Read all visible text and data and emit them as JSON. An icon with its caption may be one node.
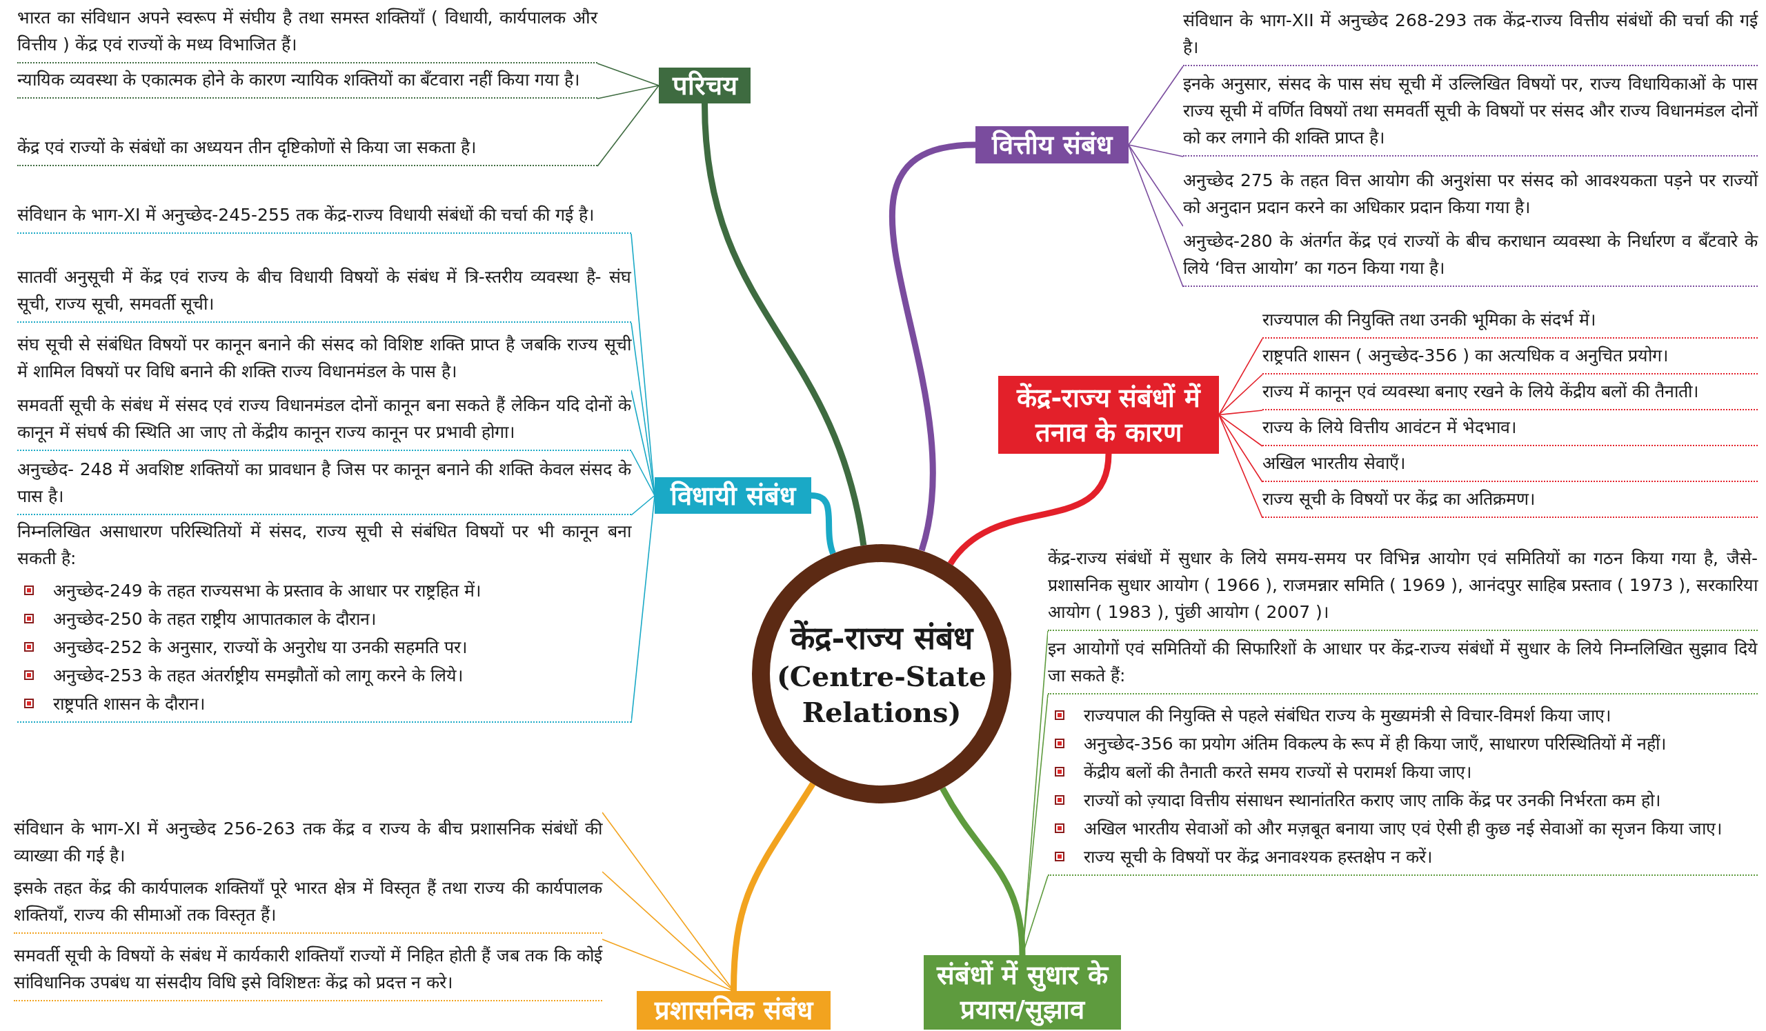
{
  "diagram": {
    "nodes": [
      {
        "text": [
          "केंद्र-राज्य संबंध",
          "(Centre-State Relations)"
        ]
      },
      {
        "text": [
          "परिचय"
        ]
      },
      {
        "text": [
          "भारत का संविधान अपने स्वरूप में संघीय है तथा समस्त शक्तियाँ ( विधायी, कार्यपालक और वित्तीय ) केंद्र एवं राज्यों के मध्य विभाजित हैं।"
        ]
      },
      {
        "text": [
          "न्यायिक व्यवस्था के एकात्मक होने के कारण न्यायिक शक्तियों का बँटवारा नहीं किया गया है।"
        ]
      },
      {
        "text": [
          "केंद्र एवं राज्यों के संबंधों का अध्ययन तीन दृष्टिकोणों से किया जा सकता है।"
        ]
      },
      {
        "text": [
          "वित्तीय संबंध"
        ]
      },
      {
        "text": [
          "संविधान के भाग-XII में अनुच्छेद 268-293 तक केंद्र-राज्य वित्तीय संबंधों की चर्चा की गई है।"
        ]
      },
      {
        "text": [
          "इनके अनुसार, संसद के पास संघ सूची में उल्लिखित विषयों पर, राज्य विधायिकाओं के पास राज्य सूची में वर्णित विषयों तथा समवर्ती सूची के विषयों पर संसद और राज्य विधानमंडल दोनों को कर लगाने की शक्ति प्राप्त है।"
        ]
      },
      {
        "text": [
          "अनुच्छेद 275 के तहत वित्त आयोग की अनुशंसा पर संसद को आवश्यकता पड़ने पर राज्यों को अनुदान प्रदान करने का अधिकार प्रदान किया गया है।"
        ]
      },
      {
        "text": [
          "अनुच्छेद-280 के अंतर्गत केंद्र एवं राज्यों के बीच कराधान व्यवस्था के निर्धारण व बँटवारे के लिये ‘वित्त आयोग’ का गठन किया गया है।"
        ]
      },
      {
        "text": [
          "केंद्र-राज्य संबंधों में तनाव के कारण"
        ]
      },
      {
        "text": [
          "राज्यपाल की नियुक्ति तथा उनकी भूमिका के संदर्भ में।"
        ]
      },
      {
        "text": [
          "राष्ट्रपति शासन ( अनुच्छेद-356 ) का अत्यधिक व अनुचित प्रयोग।"
        ]
      },
      {
        "text": [
          "राज्य में कानून एवं व्यवस्था बनाए रखने के लिये केंद्रीय बलों की तैनाती।"
        ]
      },
      {
        "text": [
          "राज्य के लिये वित्तीय आवंटन में भेदभाव।"
        ]
      },
      {
        "text": [
          "अखिल भारतीय सेवाएँ।"
        ]
      },
      {
        "text": [
          "राज्य सूची के विषयों पर केंद्र का अतिक्रमण।"
        ]
      },
      {
        "text": [
          "विधायी संबंध"
        ]
      },
      {
        "text": [
          "संविधान के भाग-XI में अनुच्छेद-245-255 तक केंद्र-राज्य विधायी संबंधों की चर्चा की गई है।"
        ]
      },
      {
        "text": [
          "सातवीं अनुसूची में केंद्र एवं राज्य के बीच विधायी विषयों के संबंध में त्रि-स्तरीय व्यवस्था है- संघ सूची, राज्य सूची, समवर्ती सूची।"
        ]
      },
      {
        "text": [
          "संघ सूची से संबंधित विषयों पर कानून बनाने की संसद को विशिष्ट शक्ति प्राप्त है जबकि राज्य सूची में शामिल विषयों पर विधि बनाने की शक्ति राज्य विधानमंडल के पास है।"
        ]
      },
      {
        "text": [
          "समवर्ती सूची के संबंध में संसद एवं राज्य विधानमंडल दोनों कानून बना सकते हैं लेकिन यदि दोनों के कानून में संघर्ष की स्थिति आ जाए तो केंद्रीय कानून राज्य कानून पर प्रभावी होगा।"
        ]
      },
      {
        "text": [
          "अनुच्छेद- 248 में अवशिष्ट शक्तियों का प्रावधान है जिस पर कानून बनाने की शक्ति केवल संसद के पास है।"
        ]
      },
      {
        "text": [
          "निम्नलिखित असाधारण परिस्थितियों में संसद, राज्य सूची से संबंधित विषयों पर भी कानून बना सकती है:",
          "अनुच्छेद-249 के तहत राज्यसभा के प्रस्ताव के आधार पर राष्ट्रहित में।",
          "अनुच्छेद-250 के तहत राष्ट्रीय आपातकाल के दौरान।",
          "अनुच्छेद-252 के अनुसार, राज्यों के अनुरोध या उनकी सहमति पर।",
          "अनुच्छेद-253 के तहत अंतर्राष्ट्रीय समझौतों को लागू करने के लिये।",
          "राष्ट्रपति शासन के दौरान।"
        ]
      },
      {
        "text": [
          "प्रशासनिक संबंध"
        ]
      },
      {
        "text": [
          "संविधान के भाग-XI में अनुच्छेद 256-263 तक केंद्र व राज्य के बीच प्रशासनिक संबंधों की व्याख्या की गई है।"
        ]
      },
      {
        "text": [
          "इसके तहत केंद्र की कार्यपालक शक्तियाँ पूरे भारत क्षेत्र में विस्तृत हैं तथा राज्य की कार्यपालक शक्तियाँ, राज्य की सीमाओं तक विस्तृत हैं।"
        ]
      },
      {
        "text": [
          "समवर्ती सूची के विषयों के संबंध में कार्यकारी शक्तियाँ राज्यों में निहित होती हैं जब तक कि कोई सांविधानिक उपबंध या संसदीय विधि इसे विशिष्टतः केंद्र को प्रदत्त न करे।"
        ]
      },
      {
        "text": [
          "संबंधों में सुधार के प्रयास/सुझाव"
        ]
      },
      {
        "text": [
          "केंद्र-राज्य संबंधों में सुधार के लिये समय-समय पर विभिन्न आयोग एवं समितियों का गठन किया गया है, जैसे- प्रशासनिक सुधार आयोग ( 1966 ), राजमन्नार समिति ( 1969 ), आनंदपुर साहिब प्रस्ताव ( 1973 ), सरकारिया आयोग ( 1983 ), पुंछी आयोग ( 2007 )।"
        ]
      },
      {
        "text": [
          "इन आयोगों एवं समितियों की सिफारिशों के आधार पर केंद्र-राज्य संबंधों में सुधार के लिये निम्नलिखित सुझाव दिये जा सकते हैं:"
        ]
      },
      {
        "text": [
          "राज्यपाल की नियुक्ति से पहले संबंधित राज्य के मुख्यमंत्री से विचार-विमर्श किया जाए।",
          "अनुच्छेद-356 का प्रयोग अंतिम विकल्प के रूप में ही किया जाएँ, साधारण परिस्थितियों में नहीं।",
          "केंद्रीय बलों की तैनाती करते समय राज्यों से परामर्श किया जाए।",
          "राज्यों को ज़्यादा वित्तीय संसाधन स्थानांतरित कराए जाए ताकि केंद्र पर उनकी निर्भरता कम हो।",
          "अखिल भारतीय सेवाओं को और मज़बूत बनाया जाए एवं ऐसी ही कुछ नई सेवाओं का सृजन किया जाए।",
          "राज्य सूची के विषयों पर केंद्र अनावश्यक हस्तक्षेप न करें।"
        ]
      }
    ],
    "edges": [
      {
        "from": 0,
        "to": 1,
        "arrow": "none",
        "style": "thick",
        "color": "#3e6b40"
      },
      {
        "from": 0,
        "to": 5,
        "arrow": "none",
        "style": "thick",
        "color": "#7a4c9e"
      },
      {
        "from": 0,
        "to": 10,
        "arrow": "none",
        "style": "thick",
        "color": "#e3202a"
      },
      {
        "from": 0,
        "to": 17,
        "arrow": "none",
        "style": "thick",
        "color": "#1aa9c6"
      },
      {
        "from": 0,
        "to": 24,
        "arrow": "none",
        "style": "thick",
        "color": "#f2a31f"
      },
      {
        "from": 0,
        "to": 28,
        "arrow": "none",
        "style": "thick",
        "color": "#5e9b3e"
      },
      {
        "from": 1,
        "to": 2,
        "arrow": "none",
        "color": "#3e6b40"
      },
      {
        "from": 1,
        "to": 3,
        "arrow": "none",
        "color": "#3e6b40"
      },
      {
        "from": 1,
        "to": 4,
        "arrow": "none",
        "color": "#3e6b40"
      },
      {
        "from": 5,
        "to": 6,
        "arrow": "none",
        "color": "#7a4c9e"
      },
      {
        "from": 5,
        "to": 7,
        "arrow": "none",
        "color": "#7a4c9e"
      },
      {
        "from": 5,
        "to": 8,
        "arrow": "none",
        "color": "#7a4c9e"
      },
      {
        "from": 5,
        "to": 9,
        "arrow": "none",
        "color": "#7a4c9e"
      },
      {
        "from": 10,
        "to": 11,
        "arrow": "none",
        "color": "#e3202a"
      },
      {
        "from": 10,
        "to": 12,
        "arrow": "none",
        "color": "#e3202a"
      },
      {
        "from": 10,
        "to": 13,
        "arrow": "none",
        "color": "#e3202a"
      },
      {
        "from": 10,
        "to": 14,
        "arrow": "none",
        "color": "#e3202a"
      },
      {
        "from": 10,
        "to": 15,
        "arrow": "none",
        "color": "#e3202a"
      },
      {
        "from": 10,
        "to": 16,
        "arrow": "none",
        "color": "#e3202a"
      },
      {
        "from": 17,
        "to": 18,
        "arrow": "none",
        "color": "#1aa9c6"
      },
      {
        "from": 17,
        "to": 19,
        "arrow": "none",
        "color": "#1aa9c6"
      },
      {
        "from": 17,
        "to": 20,
        "arrow": "none",
        "color": "#1aa9c6"
      },
      {
        "from": 17,
        "to": 21,
        "arrow": "none",
        "color": "#1aa9c6"
      },
      {
        "from": 17,
        "to": 22,
        "arrow": "none",
        "color": "#1aa9c6"
      },
      {
        "from": 17,
        "to": 23,
        "arrow": "none",
        "color": "#1aa9c6"
      },
      {
        "from": 24,
        "to": 25,
        "arrow": "none",
        "color": "#f2a31f"
      },
      {
        "from": 24,
        "to": 26,
        "arrow": "none",
        "color": "#f2a31f"
      },
      {
        "from": 24,
        "to": 27,
        "arrow": "none",
        "color": "#f2a31f"
      },
      {
        "from": 28,
        "to": 29,
        "arrow": "none",
        "color": "#5e9b3e"
      },
      {
        "from": 28,
        "to": 30,
        "arrow": "none",
        "color": "#5e9b3e"
      },
      {
        "from": 28,
        "to": 31,
        "arrow": "none",
        "color": "#5e9b3e"
      }
    ]
  }
}
